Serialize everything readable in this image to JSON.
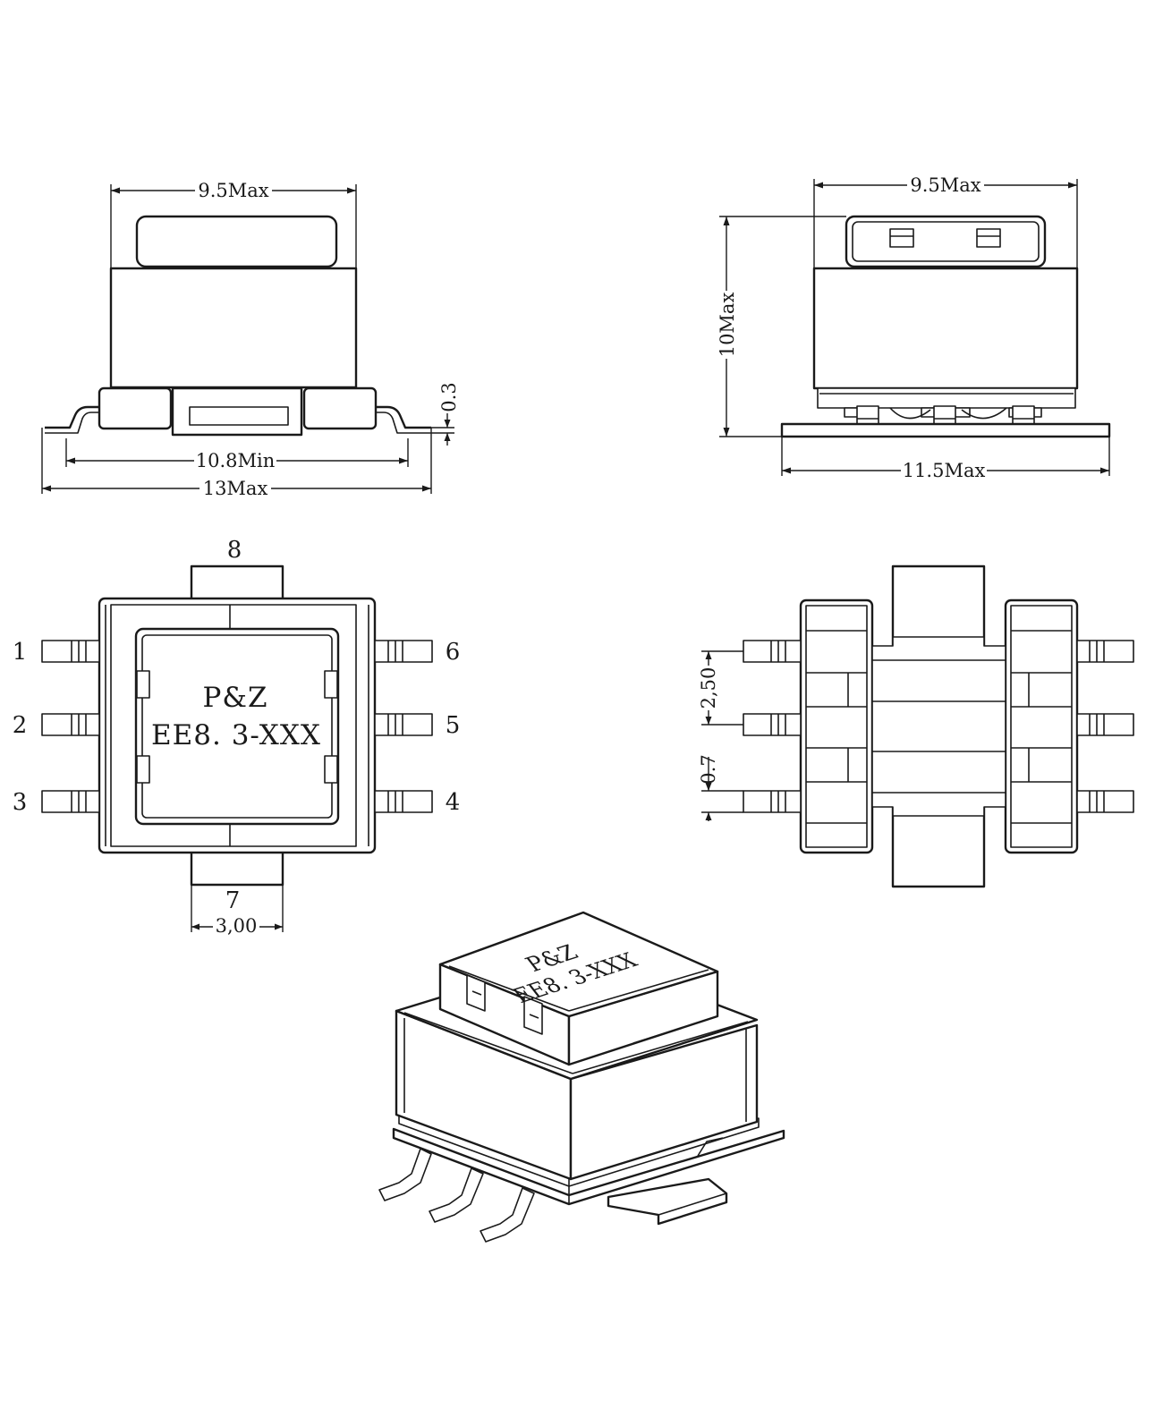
{
  "dimensions": {
    "front_width": "9.5Max",
    "front_lead_span_min": "10.8Min",
    "front_overall_width": "13Max",
    "front_lead_thickness": "0.3",
    "side_width": "9.5Max",
    "side_height": "10Max",
    "side_base_width": "11.5Max",
    "pin_pitch": "2,50",
    "pin_width": "0.7",
    "tab_width": "3,00"
  },
  "pins": [
    "1",
    "2",
    "3",
    "4",
    "5",
    "6",
    "7",
    "8"
  ],
  "marking": {
    "line1": "P&Z",
    "line2": "EE8. 3-XXX"
  }
}
